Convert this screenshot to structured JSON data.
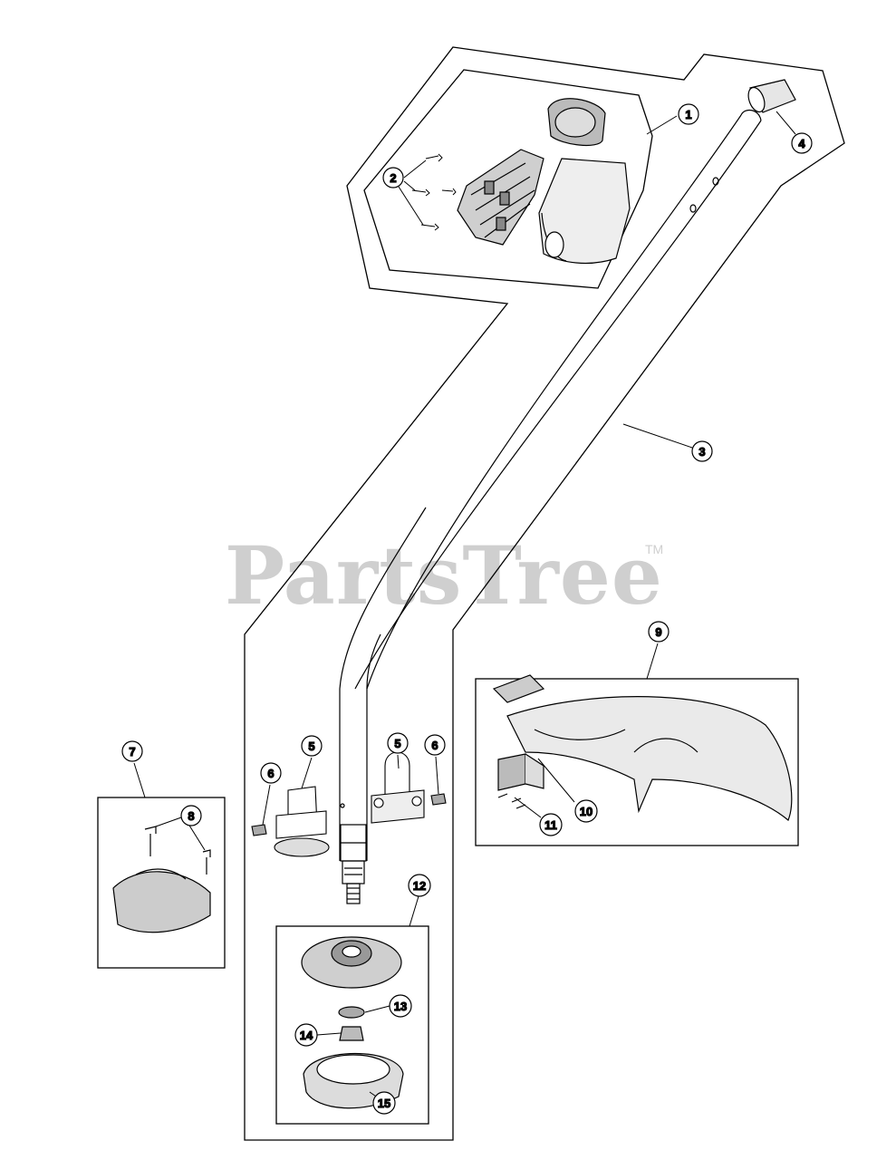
{
  "watermark": {
    "text": "PartsTree",
    "trademark": "TM"
  },
  "callouts": {
    "c1": "1",
    "c2": "2",
    "c3": "3",
    "c4": "4",
    "c5a": "5",
    "c5b": "5",
    "c6a": "6",
    "c6b": "6",
    "c7": "7",
    "c8": "8",
    "c9": "9",
    "c10": "10",
    "c11": "11",
    "c12": "12",
    "c13": "13",
    "c14": "14",
    "c15": "15"
  }
}
